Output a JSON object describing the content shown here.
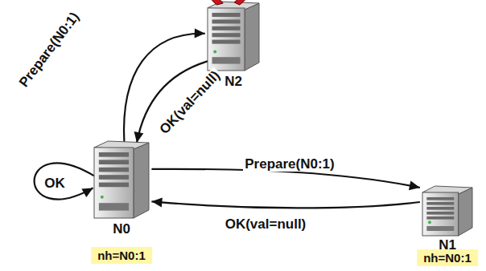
{
  "diagram": {
    "nodes": [
      {
        "text": [
          "N0",
          "nh=N0:1"
        ]
      },
      {
        "text": [
          "N1",
          "nh=N0:1"
        ]
      },
      {
        "text": [
          "N2"
        ]
      }
    ],
    "edges": [
      {
        "from": 0,
        "to": 2,
        "label": "Prepare(N0:1)",
        "arrow": "to"
      },
      {
        "from": 2,
        "to": 0,
        "label": "OK(val=null)",
        "arrow": "to"
      },
      {
        "from": 0,
        "to": 1,
        "label": "Prepare(N0:1)",
        "arrow": "to"
      },
      {
        "from": 1,
        "to": 0,
        "label": "OK(val=null)",
        "arrow": "to"
      },
      {
        "from": 0,
        "to": 0,
        "label": "OK",
        "arrow": "to"
      }
    ]
  }
}
